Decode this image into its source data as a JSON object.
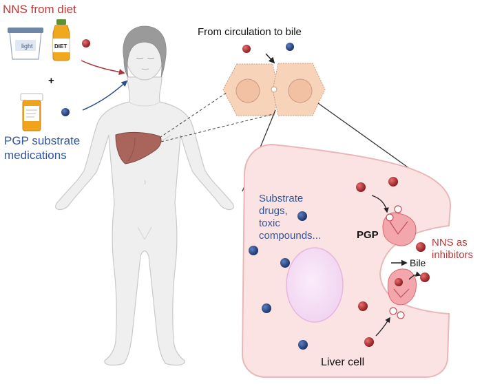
{
  "labels": {
    "nns_from_diet": "NNS from diet",
    "plus": "+",
    "pgp_line1": "PGP substrate",
    "pgp_line2": "medications",
    "circulation_title": "From circulation to bile",
    "substrate_line1": "Substrate",
    "substrate_line2": "drugs,",
    "substrate_line3": "toxic",
    "substrate_line4": "compounds...",
    "pgp": "PGP",
    "nns_as": "NNS as",
    "inhibitors": "inhibitors",
    "bile": "Bile",
    "liver_cell": "Liver cell",
    "yogurt": "light",
    "bottle": "DIET"
  },
  "colors": {
    "nns_red": "#b73a3a",
    "pgp_blue": "#33569a",
    "cell_fill": "#fbe3e3",
    "cell_stroke": "#e9b7b7",
    "body_fill": "#efefef",
    "liver": "#a9645c"
  },
  "icons": {
    "yogurt": "yogurt-cup-icon",
    "juice": "diet-juice-bottle-icon",
    "pills": "pill-bottle-icon",
    "transporter": "pgp-transporter-icon"
  }
}
